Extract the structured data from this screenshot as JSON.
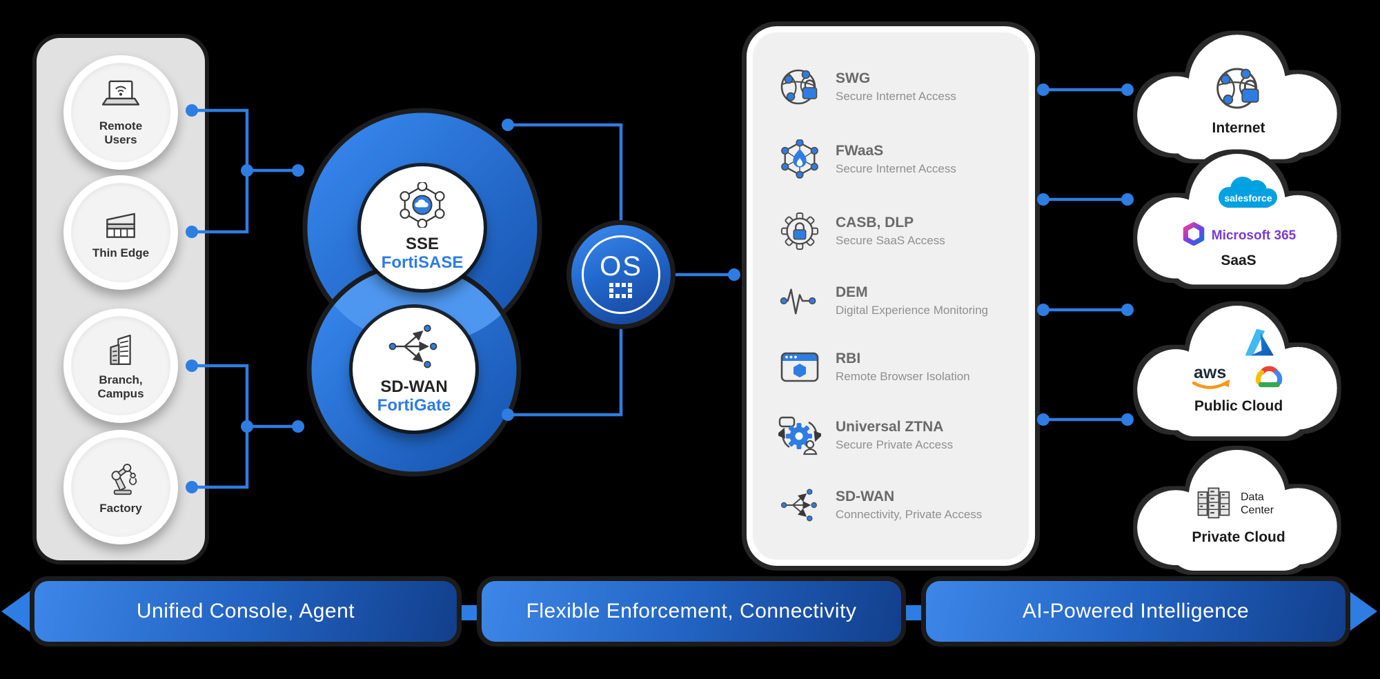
{
  "edge_panel": {
    "items": [
      {
        "label": "Remote Users",
        "icon": "laptop-wifi"
      },
      {
        "label": "Thin Edge",
        "icon": "storefront"
      },
      {
        "label": "Branch, Campus",
        "icon": "buildings"
      },
      {
        "label": "Factory",
        "icon": "robot-arm"
      }
    ]
  },
  "core": {
    "sse": {
      "title": "SSE",
      "product": "FortiSASE"
    },
    "sdwan": {
      "title": "SD-WAN",
      "product": "FortiGate"
    },
    "os_label": "OS"
  },
  "services": {
    "items": [
      {
        "title": "SWG",
        "subtitle": "Secure Internet Access",
        "icon": "globe-lock"
      },
      {
        "title": "FWaaS",
        "subtitle": "Secure Internet Access",
        "icon": "hex-flame"
      },
      {
        "title": "CASB, DLP",
        "subtitle": "Secure SaaS Access",
        "icon": "gear-lock"
      },
      {
        "title": "DEM",
        "subtitle": "Digital Experience Monitoring",
        "icon": "pulse"
      },
      {
        "title": "RBI",
        "subtitle": "Remote Browser Isolation",
        "icon": "browser-shield"
      },
      {
        "title": "Universal ZTNA",
        "subtitle": "Secure Private Access",
        "icon": "gear-user-sync"
      },
      {
        "title": "SD-WAN",
        "subtitle": "Connectivity, Private Access",
        "icon": "branch-arrows"
      }
    ]
  },
  "clouds": {
    "items": [
      {
        "label": "Internet"
      },
      {
        "label": "SaaS",
        "logos": {
          "salesforce": "salesforce",
          "microsoft": "Microsoft 365"
        }
      },
      {
        "label": "Public Cloud",
        "logos": {
          "aws": "aws"
        }
      },
      {
        "label": "Private Cloud",
        "datacenter_label": "Data Center"
      }
    ]
  },
  "banners": {
    "items": [
      {
        "label": "Unified Console, Agent"
      },
      {
        "label": "Flexible Enforcement, Connectivity"
      },
      {
        "label": "AI-Powered Intelligence"
      }
    ]
  },
  "colors": {
    "accent_blue": "#2e7de2",
    "circle_blue_light": "#3a8cf4",
    "circle_blue_dark": "#1450aa",
    "overlap_blue": "#4e97f0",
    "panel_gray": "#e1e1e1",
    "services_bg": "#f0f0f0",
    "salesforce_blue": "#00a1e0",
    "aws_orange": "#f7981d",
    "m365_purple": "#7a3bd0",
    "banner_gradient": [
      "#3d87e8",
      "#2263c2",
      "#123f8c"
    ]
  }
}
